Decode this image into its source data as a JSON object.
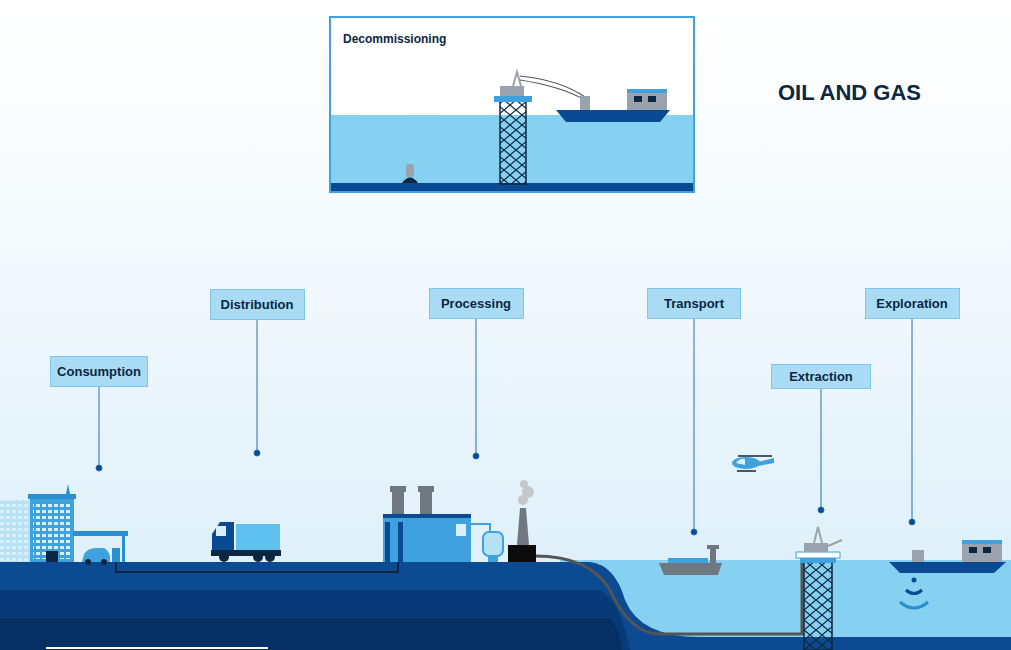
{
  "diagram": {
    "title": "OIL AND GAS",
    "nodes": [
      {
        "text": [
          "Decommissioning"
        ]
      },
      {
        "text": [
          "Consumption"
        ]
      },
      {
        "text": [
          "Distribution"
        ]
      },
      {
        "text": [
          "Processing"
        ]
      },
      {
        "text": [
          "Transport"
        ]
      },
      {
        "text": [
          "Extraction"
        ]
      },
      {
        "text": [
          "Exploration"
        ]
      }
    ]
  }
}
